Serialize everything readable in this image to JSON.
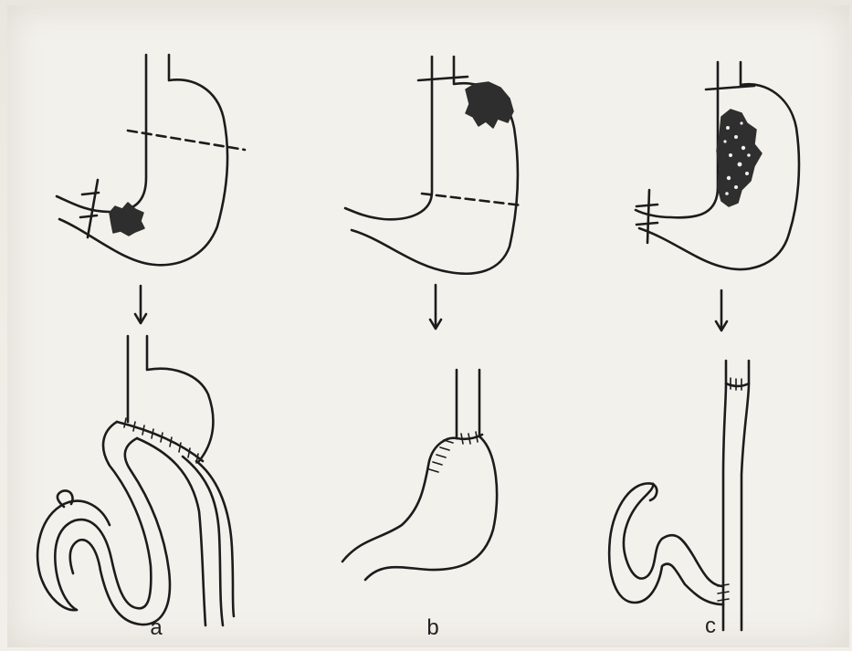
{
  "panels": [
    {
      "label": "a"
    },
    {
      "label": "b"
    },
    {
      "label": "c"
    }
  ],
  "colors": {
    "line": "#1c1c1c",
    "tumor": "#2e2e2e",
    "paper": "#f3f1ec"
  },
  "icons": [
    "down-arrow-icon",
    "down-arrow-icon",
    "down-arrow-icon"
  ]
}
